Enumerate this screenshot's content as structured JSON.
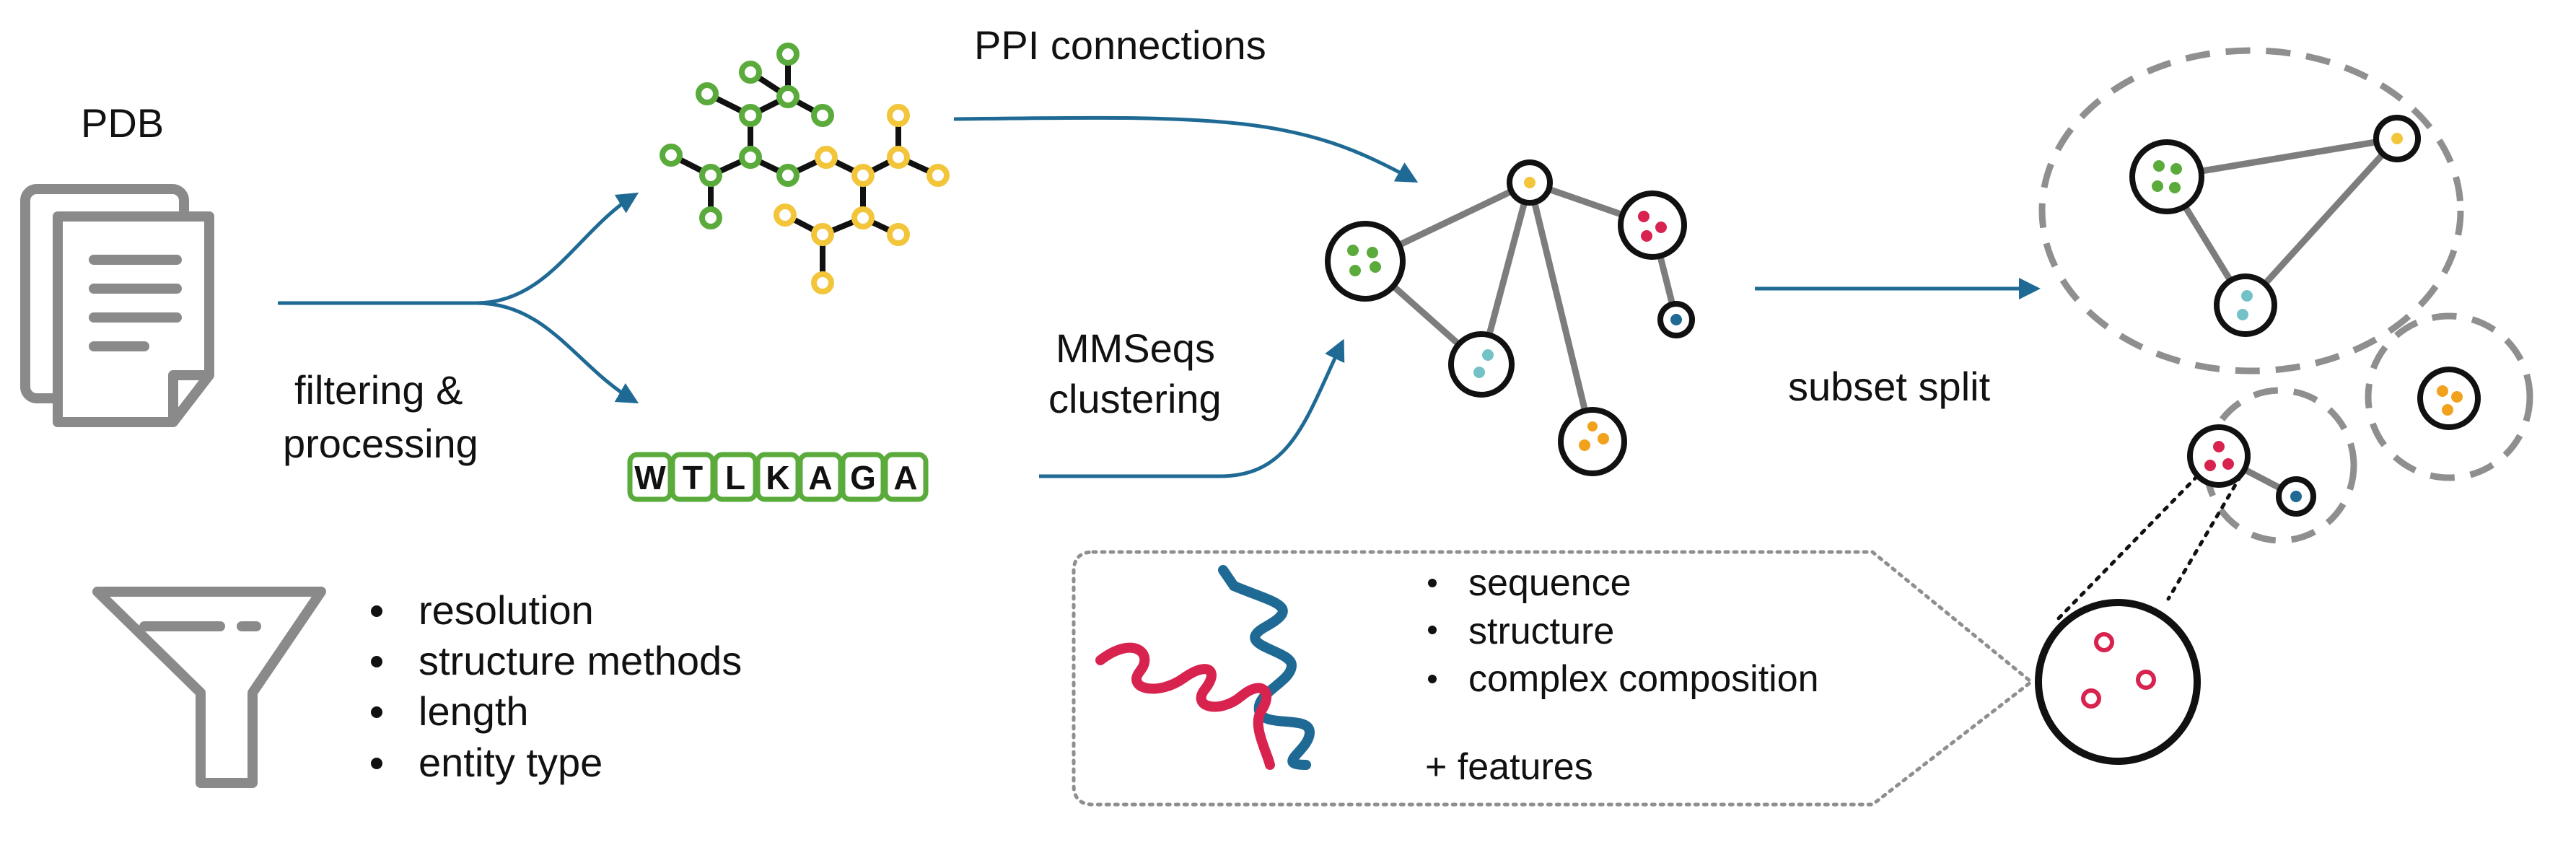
{
  "pdb_label": "PDB",
  "filter_label_line1": "filtering &",
  "filter_label_line2": "processing",
  "ppi_label": "PPI connections",
  "mmseqs_label_line1": "MMSeqs",
  "mmseqs_label_line2": "clustering",
  "subset_label": "subset split",
  "sequence_letters": [
    "W",
    "T",
    "L",
    "K",
    "A",
    "G",
    "A"
  ],
  "filter_criteria": [
    "resolution",
    "structure methods",
    "length",
    "entity type"
  ],
  "feature_items": [
    "sequence",
    "structure",
    "complex composition"
  ],
  "features_extra": "+ features",
  "colors": {
    "arrow": "#1f6a94",
    "green": "#5aab3c",
    "yellow": "#f2c53a",
    "red": "#d8234f",
    "teal": "#72c2c8",
    "orange": "#f2a11d",
    "blue": "#1f6a94",
    "grey": "#8a8a8a",
    "edge": "#7d7d7d",
    "dashed": "#8f8f8f"
  },
  "icons": [
    "document-stack-icon",
    "filter-funnel-icon",
    "protein-helix-icon"
  ]
}
